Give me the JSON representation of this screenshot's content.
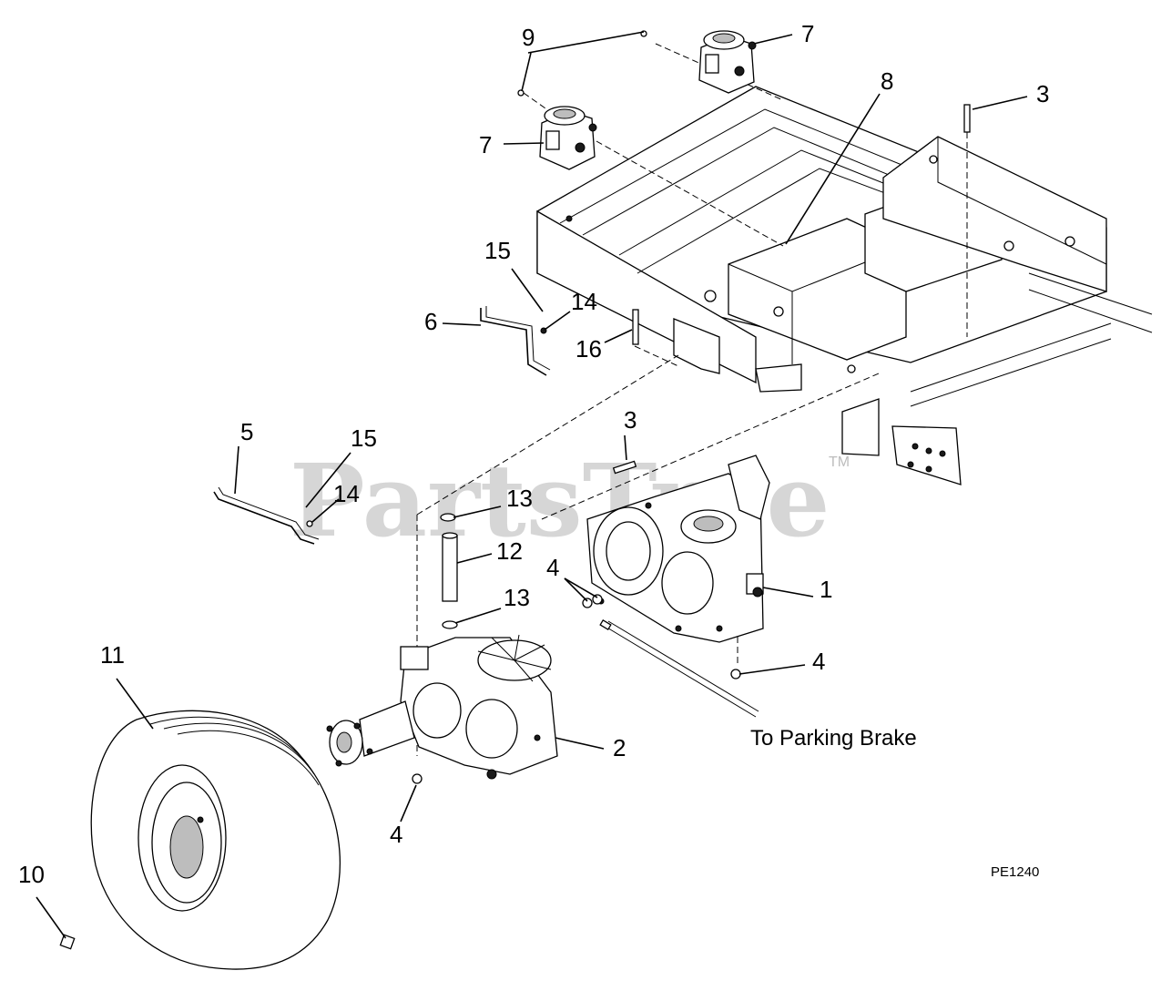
{
  "callouts": {
    "c1": "1",
    "c2": "2",
    "c3a": "3",
    "c3b": "3",
    "c4a": "4",
    "c4b": "4",
    "c4c": "4",
    "c5": "5",
    "c6": "6",
    "c7a": "7",
    "c7b": "7",
    "c8": "8",
    "c9": "9",
    "c10": "10",
    "c11": "11",
    "c12": "12",
    "c13a": "13",
    "c13b": "13",
    "c14a": "14",
    "c14b": "14",
    "c15a": "15",
    "c15b": "15",
    "c16": "16"
  },
  "note_parking_brake": "To Parking Brake",
  "figure_code": "PE1240",
  "watermark": {
    "text": "PartsTree",
    "tm": "TM"
  }
}
